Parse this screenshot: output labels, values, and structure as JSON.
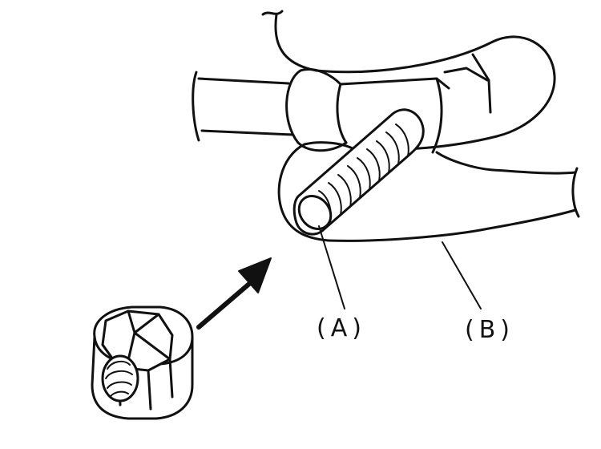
{
  "figure": {
    "callouts": [
      {
        "id": "A",
        "text": "(A)"
      },
      {
        "id": "B",
        "text": "(B)"
      }
    ]
  }
}
